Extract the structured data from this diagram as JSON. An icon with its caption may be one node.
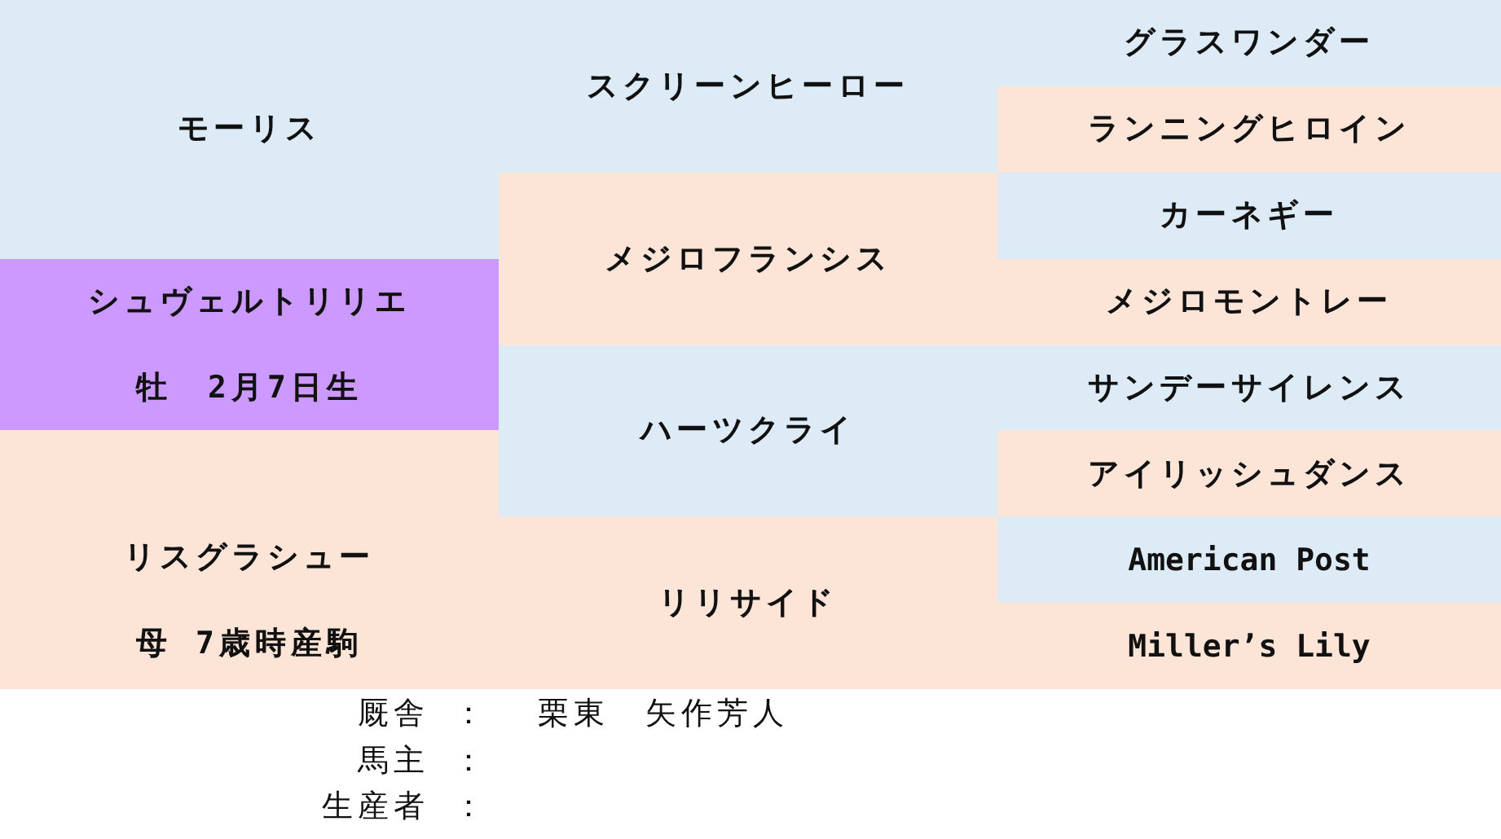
{
  "diagram": {
    "nodes": [
      {
        "text": [
          "モーリス"
        ]
      },
      {
        "text": [
          "シュヴェルトリリエ",
          "牡　2月7日生"
        ]
      },
      {
        "text": [
          "リスグラシュー",
          "母 7歳時産駒"
        ]
      },
      {
        "text": [
          "スクリーンヒーロー"
        ]
      },
      {
        "text": [
          "メジロフランシス"
        ]
      },
      {
        "text": [
          "ハーツクライ"
        ]
      },
      {
        "text": [
          "リリサイド"
        ]
      },
      {
        "text": [
          "グラスワンダー"
        ]
      },
      {
        "text": [
          "ランニングヒロイン"
        ]
      },
      {
        "text": [
          "カーネギー"
        ]
      },
      {
        "text": [
          "メジロモントレー"
        ]
      },
      {
        "text": [
          "サンデーサイレンス"
        ]
      },
      {
        "text": [
          "アイリッシュダンス"
        ]
      },
      {
        "text": [
          "American Post"
        ]
      },
      {
        "text": [
          "Miller’s Lily"
        ]
      }
    ],
    "labels": [
      "厩舎 ：",
      "栗東　矢作芳人",
      "馬主 ：",
      "生産者 ："
    ]
  }
}
